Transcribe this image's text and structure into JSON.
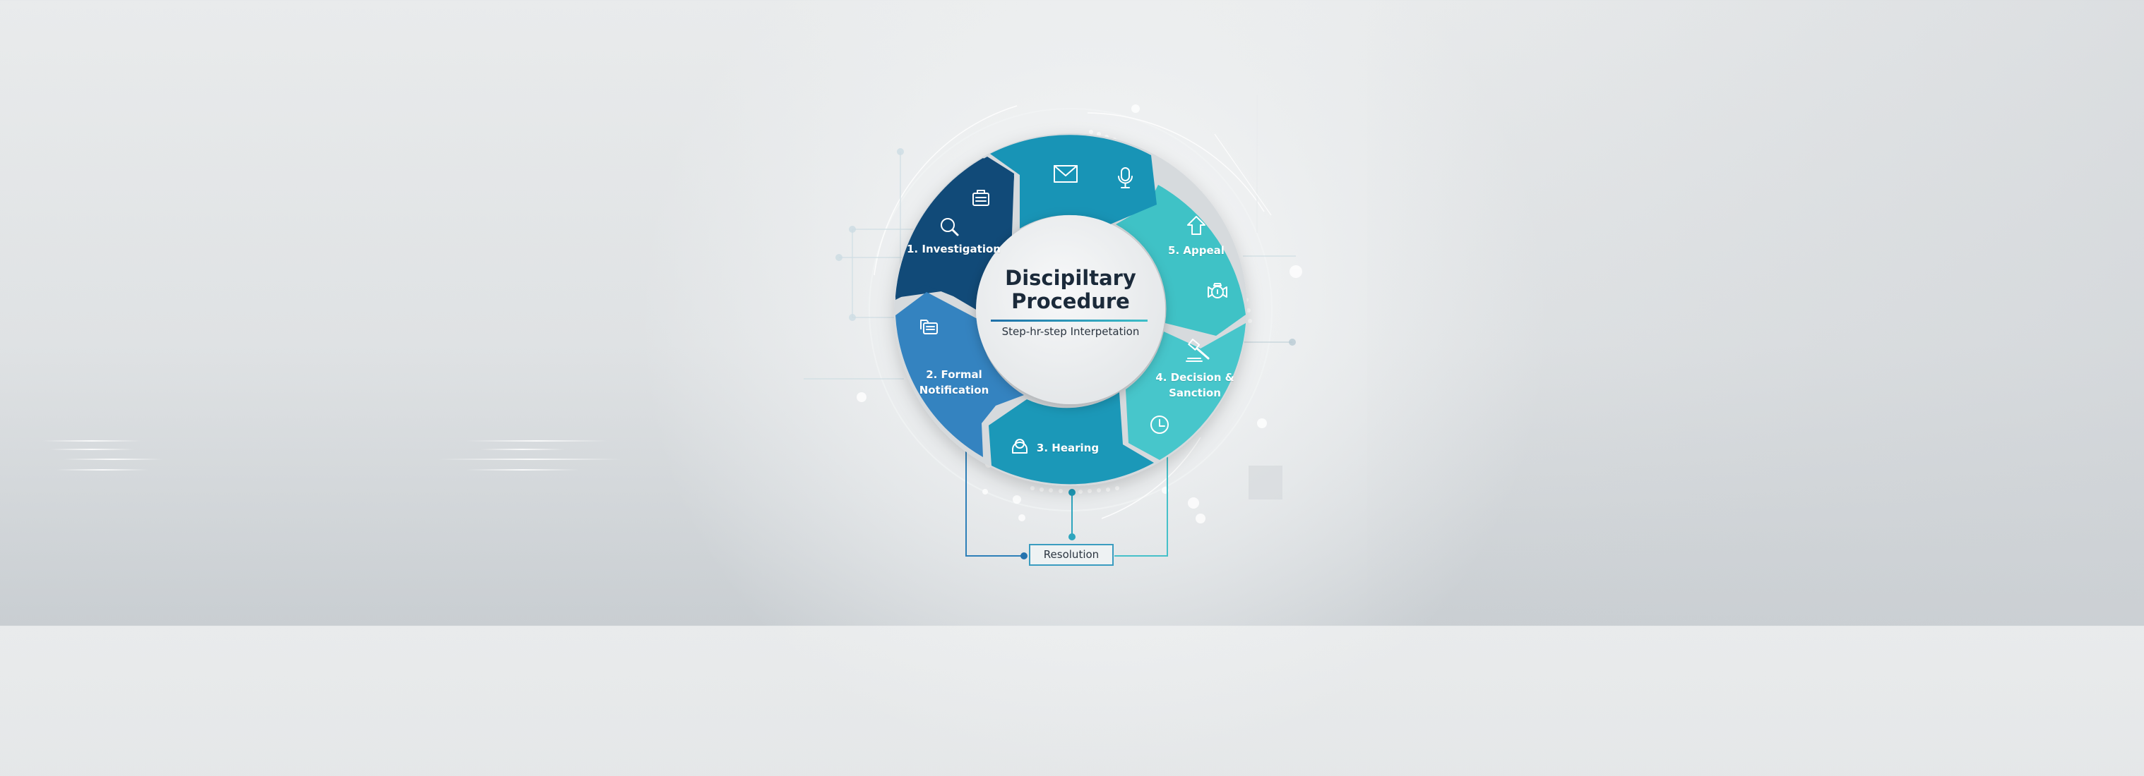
{
  "diagram": {
    "title_line1": "Discipiltary",
    "title_line2": "Procedure",
    "subtitle": "Step-hr-step Interpetation",
    "colors": {
      "investigation": "#114a78",
      "formal_notification": "#3483c0",
      "hearing": "#1b98b8",
      "top_segment": "#1894b6",
      "decision": "#47c6cb",
      "appeal": "#3fc2c6",
      "separator": "#d8dcdf",
      "title_text": "#1b2a3a",
      "rule_start": "#1e6fa8",
      "rule_end": "#3cbfc8"
    },
    "steps": [
      {
        "number": "1.",
        "label": "1. Investigation",
        "icons": [
          "search-icon",
          "briefcase-icon"
        ]
      },
      {
        "number": "2.",
        "label_line1": "2. Formal",
        "label_line2": "Notification",
        "icons": [
          "documents-icon"
        ]
      },
      {
        "number": "3.",
        "label": "3. Hearing",
        "icons": [
          "person-icon"
        ]
      },
      {
        "number": "4.",
        "label_line1": "4. Decision &",
        "label_line2": "Sanction",
        "icons": [
          "gavel-icon",
          "clock-icon"
        ]
      },
      {
        "number": "5.",
        "label": "5. Appeal",
        "icons": [
          "up-arrow-icon",
          "bell-icon"
        ]
      }
    ],
    "top_segment": {
      "icons": [
        "envelope-icon",
        "microphone-icon"
      ]
    },
    "outcome": {
      "label": "Resolution"
    }
  }
}
